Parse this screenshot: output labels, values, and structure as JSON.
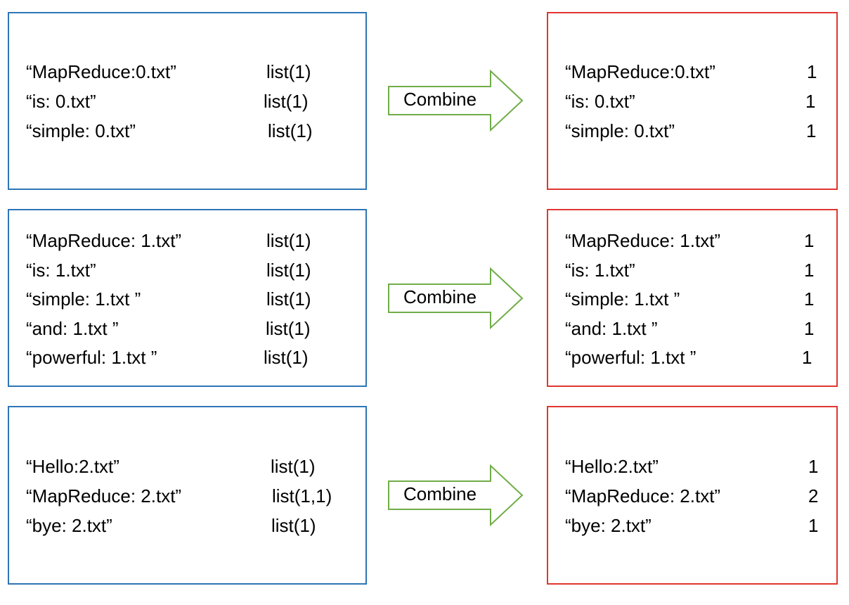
{
  "colors": {
    "input_border": "#2e75b6",
    "output_border": "#e0372f",
    "arrow_stroke": "#70ad47"
  },
  "rows": [
    {
      "input": [
        {
          "key": "“MapReduce:0.txt”",
          "value": "list(1)"
        },
        {
          "key": "“is: 0.txt”",
          "value": "list(1)"
        },
        {
          "key": "“simple: 0.txt”",
          "value": "list(1)"
        }
      ],
      "arrow_label": "Combine",
      "output": [
        {
          "key": "“MapReduce:0.txt”",
          "value": "1"
        },
        {
          "key": "“is: 0.txt”",
          "value": "1"
        },
        {
          "key": "“simple: 0.txt”",
          "value": "1"
        }
      ]
    },
    {
      "input": [
        {
          "key": "“MapReduce: 1.txt”",
          "value": "list(1)"
        },
        {
          "key": "“is: 1.txt”",
          "value": "list(1)"
        },
        {
          "key": "“simple: 1.txt ”",
          "value": "list(1)"
        },
        {
          "key": "“and: 1.txt ”",
          "value": "list(1)"
        },
        {
          "key": "“powerful: 1.txt ”",
          "value": "list(1)"
        }
      ],
      "arrow_label": "Combine",
      "output": [
        {
          "key": "“MapReduce: 1.txt”",
          "value": "1"
        },
        {
          "key": "“is: 1.txt”",
          "value": "1"
        },
        {
          "key": "“simple: 1.txt ”",
          "value": "1"
        },
        {
          "key": "“and: 1.txt ”",
          "value": "1"
        },
        {
          "key": "“powerful: 1.txt ”",
          "value": "1"
        }
      ]
    },
    {
      "input": [
        {
          "key": "“Hello:2.txt”",
          "value": "list(1)"
        },
        {
          "key": "“MapReduce: 2.txt”",
          "value": "list(1,1)"
        },
        {
          "key": "“bye: 2.txt”",
          "value": "list(1)"
        }
      ],
      "arrow_label": "Combine",
      "output": [
        {
          "key": "“Hello:2.txt”",
          "value": "1"
        },
        {
          "key": "“MapReduce: 2.txt”",
          "value": "2"
        },
        {
          "key": "“bye: 2.txt”",
          "value": "1"
        }
      ]
    }
  ]
}
